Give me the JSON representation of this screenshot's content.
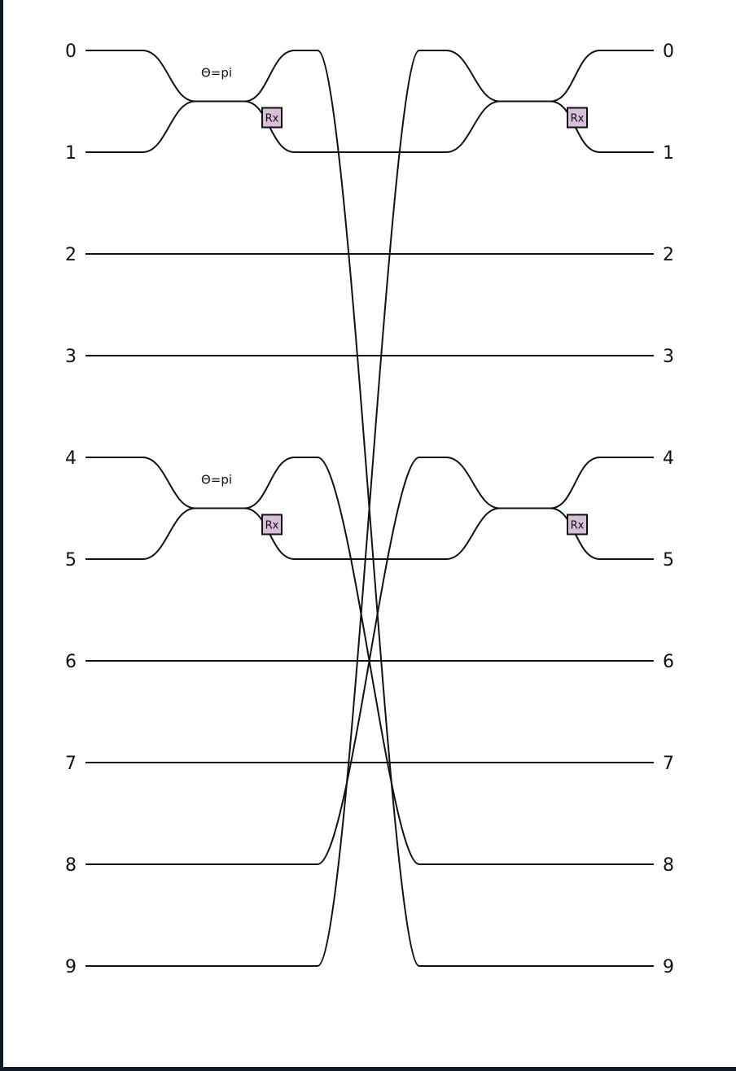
{
  "diagram": {
    "modes": [
      "0",
      "1",
      "2",
      "3",
      "4",
      "5",
      "6",
      "7",
      "8",
      "9"
    ],
    "beamsplitters": [
      {
        "mode_a": 0,
        "mode_b": 1,
        "label": "Θ=pi",
        "rx_label": "Rx"
      },
      {
        "mode_a": 4,
        "mode_b": 5,
        "label": "Θ=pi",
        "rx_label": "Rx"
      },
      {
        "mode_a": 0,
        "mode_b": 1,
        "label": "",
        "rx_label": "Rx"
      },
      {
        "mode_a": 4,
        "mode_b": 5,
        "label": "",
        "rx_label": "Rx"
      }
    ],
    "permutation": [
      {
        "from": 0,
        "to": 9
      },
      {
        "from": 4,
        "to": 8
      },
      {
        "from": 8,
        "to": 4
      },
      {
        "from": 9,
        "to": 0
      }
    ],
    "colors": {
      "wire": "#111111",
      "gate_fill": "#d8bfd8",
      "background": "#ffffff",
      "frame": "#0f1a24"
    }
  }
}
